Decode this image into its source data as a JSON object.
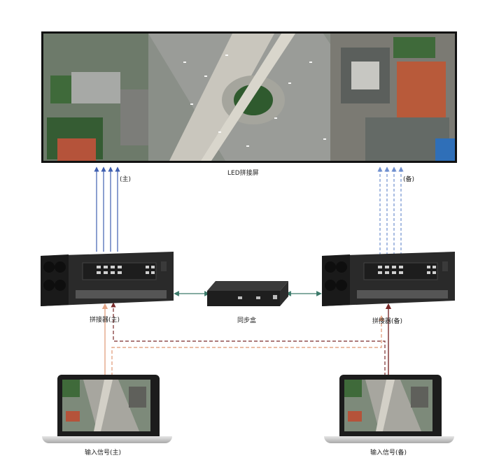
{
  "labels": {
    "led_screen": "LED拼接屏",
    "main_tag": "(主)",
    "backup_tag": "(备)",
    "splicer_main": "拼接器(主)",
    "splicer_backup": "拼接器(备)",
    "sync_box": "同步盒",
    "input_main": "输入信号(主)",
    "input_backup": "输入信号(备)"
  },
  "colors": {
    "main_output": "#3f5fb0",
    "backup_output": "#6f8fcf",
    "sync_link": "#3c7a6a",
    "input_main_light": "#e3a587",
    "input_backup_dark": "#7a2a2a"
  }
}
